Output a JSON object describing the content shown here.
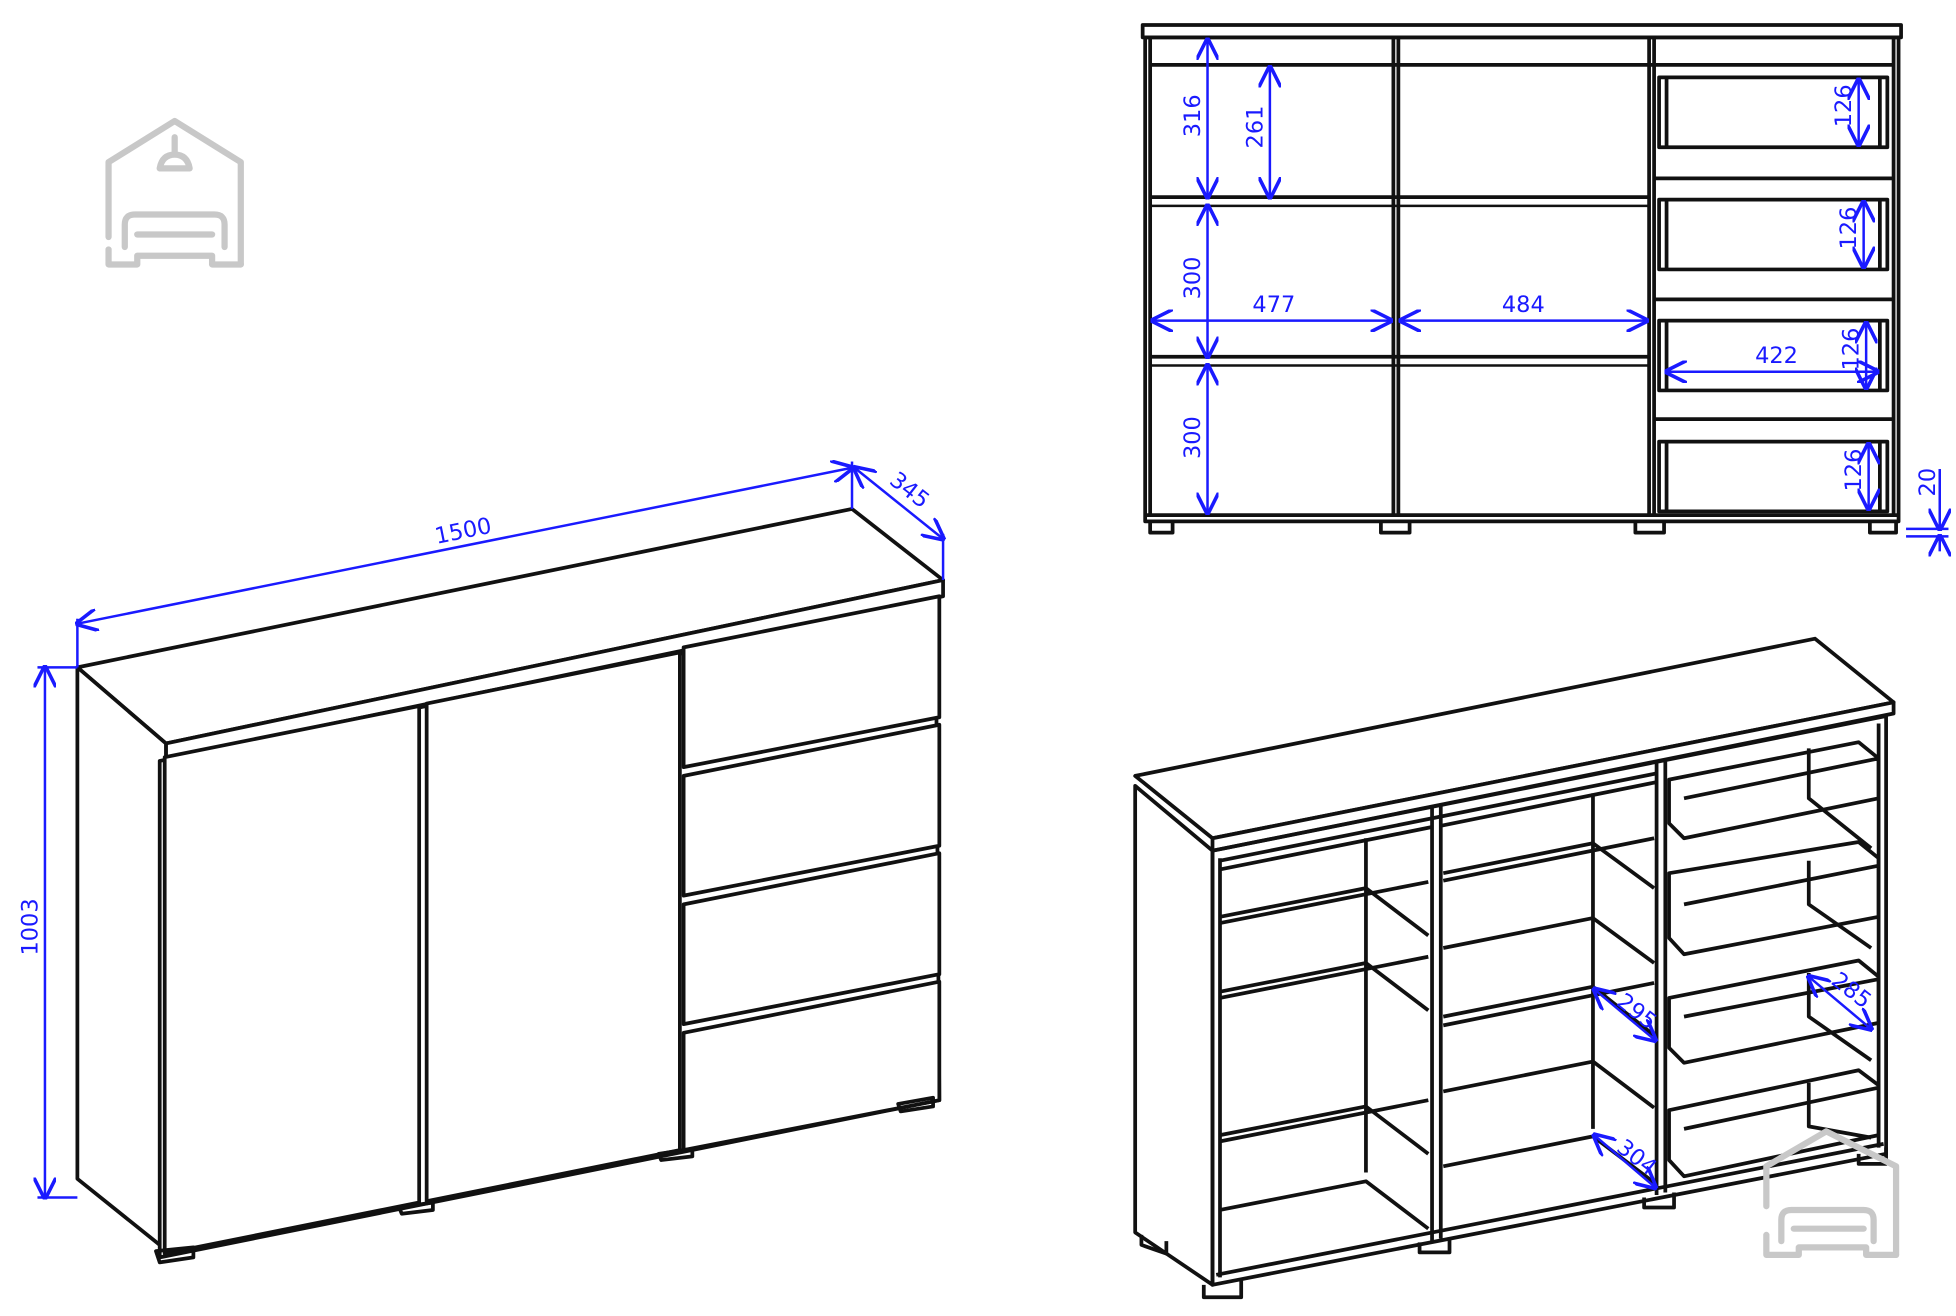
{
  "title": "Sideboard dimension drawing",
  "colors": {
    "dimension": "#1a1aff",
    "outline": "#111111",
    "logo": "#c8c8c8"
  },
  "isometric_closed": {
    "width": "1500",
    "depth": "345",
    "height": "1003"
  },
  "front_view": {
    "top_compartment_height": "316",
    "top_compartment_inner": "261",
    "middle_compartment_height": "300",
    "bottom_compartment_height": "300",
    "left_compartment_width": "477",
    "middle_compartment_width": "484",
    "drawer_heights": [
      "126",
      "126",
      "126",
      "126"
    ],
    "drawer_width": "422",
    "plinth_height": "20"
  },
  "isometric_open": {
    "shelf_depth_upper": "295",
    "shelf_depth_lower": "304",
    "drawer_depth": "285"
  },
  "icons": [
    "house-sofa-logo-icon",
    "house-sofa-logo-icon"
  ]
}
